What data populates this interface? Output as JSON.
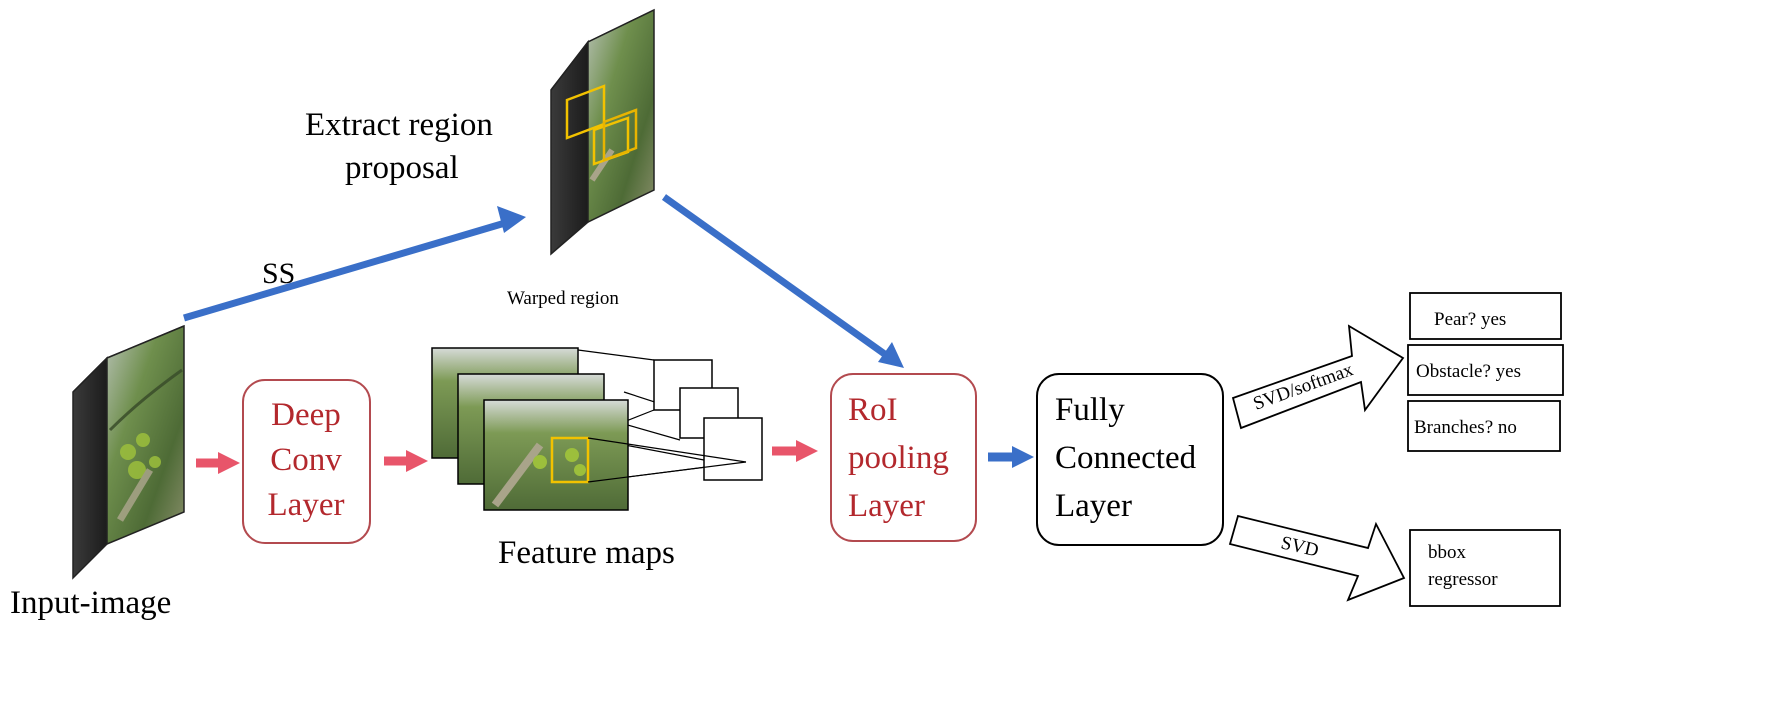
{
  "labels": {
    "input_image": "Input-image",
    "extract_region_line1": "Extract region",
    "extract_region_line2": "proposal",
    "ss": "SS",
    "warped_region": "Warped region",
    "feature_maps": "Feature maps",
    "svd_softmax": "SVD/softmax",
    "svd": "SVD"
  },
  "boxes": {
    "deep_conv": [
      "Deep",
      "Conv",
      "Layer"
    ],
    "roi_pooling": [
      "RoI",
      "pooling",
      "Layer"
    ],
    "fully_connected": [
      "Fully",
      "Connected",
      "Layer"
    ]
  },
  "outputs": {
    "pear": "Pear?  yes",
    "obstacle": "Obstacle?  yes",
    "branches": "Branches?  no",
    "bbox_line1": "bbox",
    "bbox_line2": "regressor"
  },
  "colors": {
    "red_text": "#b3282d",
    "red_border": "#b34a4f",
    "red_arrow": "#e8556a",
    "blue_arrow": "#3a6fc8",
    "yellow_box": "#f2c200",
    "photo_base": "#5e7d45",
    "photo_dark": "#2f4a26",
    "photo_sky": "#c9d0cc"
  }
}
